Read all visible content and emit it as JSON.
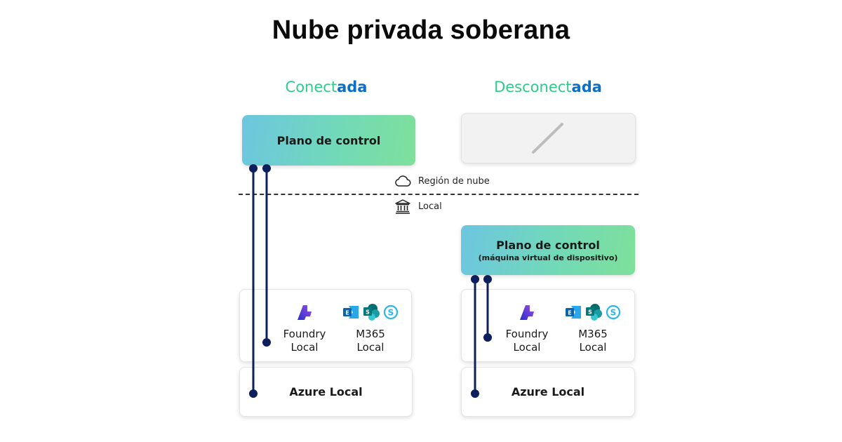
{
  "title": "Nube privada soberana",
  "colors": {
    "heading_green": "#2ecc8a",
    "heading_blue": "#0b6fc6",
    "connector": "#0d1f5c",
    "control_plane_gradient": [
      "#6cc6e0",
      "#7ee09a"
    ]
  },
  "zones": {
    "cloud": {
      "label": "Región de nube",
      "icon": "cloud-icon"
    },
    "local": {
      "label": "Local",
      "icon": "bank-building-icon"
    }
  },
  "columns": [
    {
      "heading_part1": "Conect",
      "heading_part2": "ada",
      "control_plane": {
        "label": "Plano de control",
        "sublabel": ""
      },
      "services": [
        {
          "line1": "Foundry",
          "line2": "Local",
          "icon": "foundry-icon"
        },
        {
          "line1": "M365",
          "line2": "Local",
          "icons": [
            "exchange-icon",
            "sharepoint-icon",
            "skype-icon"
          ]
        }
      ],
      "base": "Azure Local"
    },
    {
      "heading_part1": "Desconect",
      "heading_part2": "ada",
      "cloud_placeholder": "not-available-slash",
      "control_plane": {
        "label": "Plano de control",
        "sublabel": "(máquina virtual de dispositivo)"
      },
      "services": [
        {
          "line1": "Foundry",
          "line2": "Local",
          "icon": "foundry-icon"
        },
        {
          "line1": "M365",
          "line2": "Local",
          "icons": [
            "exchange-icon",
            "sharepoint-icon",
            "skype-icon"
          ]
        }
      ],
      "base": "Azure Local"
    }
  ]
}
